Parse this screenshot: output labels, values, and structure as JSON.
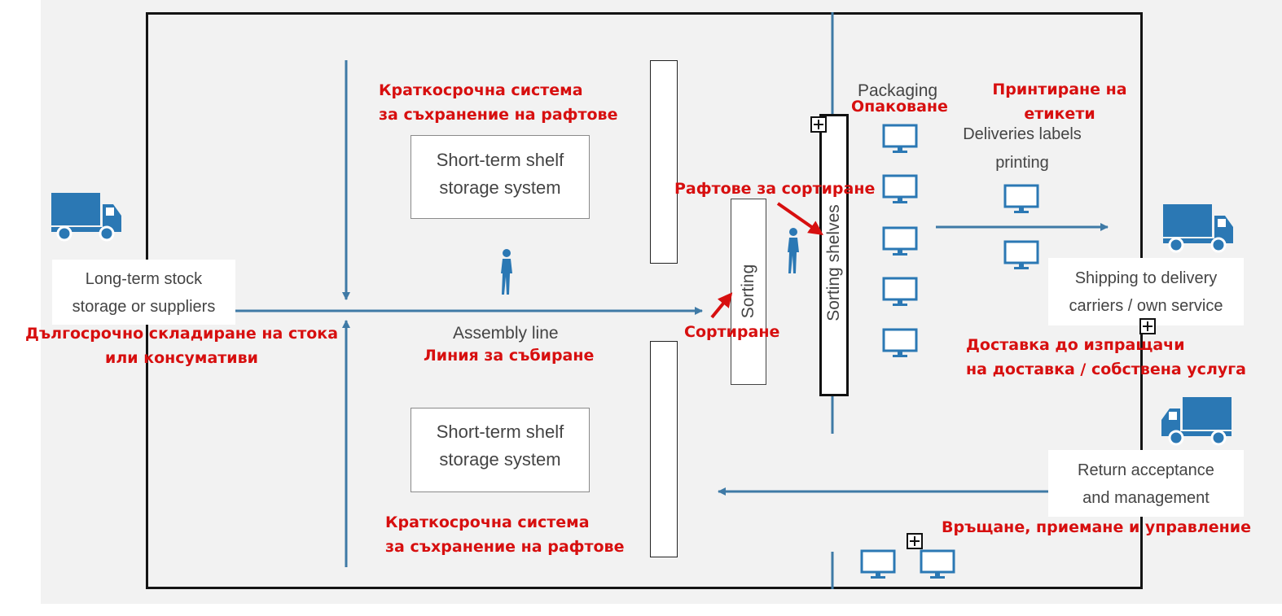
{
  "diagram": {
    "short_term_top": {
      "text": "Short-term shelf\nstorage system",
      "label_bg": "Краткосрочна система\nза съхранение на рафтове"
    },
    "short_term_bottom": {
      "text": "Short-term shelf\nstorage system",
      "label_bg": "Краткосрочна система\nза съхранение на рафтове"
    },
    "long_term": {
      "text": "Long-term stock\nstorage or suppliers",
      "label_bg": "Дългосрочно складиране на стока\nили консумативи"
    },
    "assembly_line": {
      "text": "Assembly line",
      "label_bg": "Линия за събиране"
    },
    "sorting": {
      "text": "Sorting",
      "label_bg": "Сортиране"
    },
    "sorting_shelves": {
      "text": "Sorting shelves",
      "label_bg": "Рафтове за сортиране"
    },
    "packaging": {
      "text": "Packaging",
      "label_bg": "Опаковане"
    },
    "labels_printing": {
      "text": "Deliveries labels\nprinting",
      "label_bg": "Принтиране на\nетикети"
    },
    "shipping": {
      "text": "Shipping to delivery\ncarriers / own service",
      "label_bg": "Доставка до изпращачи\nна доставка / собствена услуга"
    },
    "returns": {
      "text": "Return acceptance\nand management",
      "label_bg": "Връщане, приемане и управление"
    }
  },
  "icons": [
    "truck-icon",
    "monitor-icon",
    "person-icon",
    "plus-box-icon"
  ],
  "colors": {
    "flow": "#3f7aa6",
    "icon": "#2b78b4",
    "annotation": "#d70f0f",
    "wall": "#141414",
    "text": "#444444"
  }
}
